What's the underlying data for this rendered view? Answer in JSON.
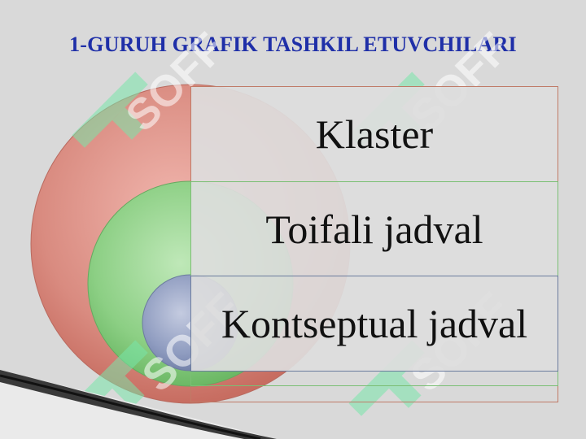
{
  "title": "1-GURUH GRAFIK TASHKIL ETUVCHILARI",
  "items": [
    {
      "label": "Klaster",
      "color": "#d98b80"
    },
    {
      "label": "Toifali jadval",
      "color": "#8ccf84"
    },
    {
      "label": "Kontseptual jadval",
      "color": "#8f9cc0"
    }
  ],
  "watermark": {
    "text": "SOFF"
  }
}
